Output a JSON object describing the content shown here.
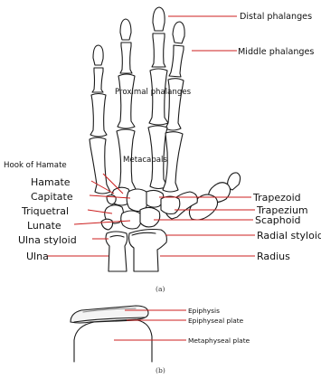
{
  "hand_labels": {
    "distal_phalanges": "Distal phalanges",
    "middle_phalanges": "Middle phalanges",
    "proximal_phalanges": "Proximal phalanges",
    "metacapals": "Metacapals",
    "hook_of_hamate": "Hook of Hamate",
    "hamate": "Hamate",
    "capitate": "Capitate",
    "triquetral": "Triquetral",
    "lunate": "Lunate",
    "ulna_styloid": "Ulna styloid",
    "ulna": "Ulna",
    "trapezoid": "Trapezoid",
    "trapezium": "Trapezium",
    "scaphoid": "Scaphoid",
    "radial_styloid": "Radial styloid",
    "radius": "Radius"
  },
  "bone_labels": {
    "epiphysis": "Epiphysis",
    "epiphyseal_plate": "Epiphyseal plate",
    "metaphyseal_plate": "Metaphyseal plate"
  },
  "captions": {
    "a": "(a)",
    "b": "(b)"
  },
  "colors": {
    "leader": "#cc1f1f",
    "outline": "#1a1a1a"
  }
}
